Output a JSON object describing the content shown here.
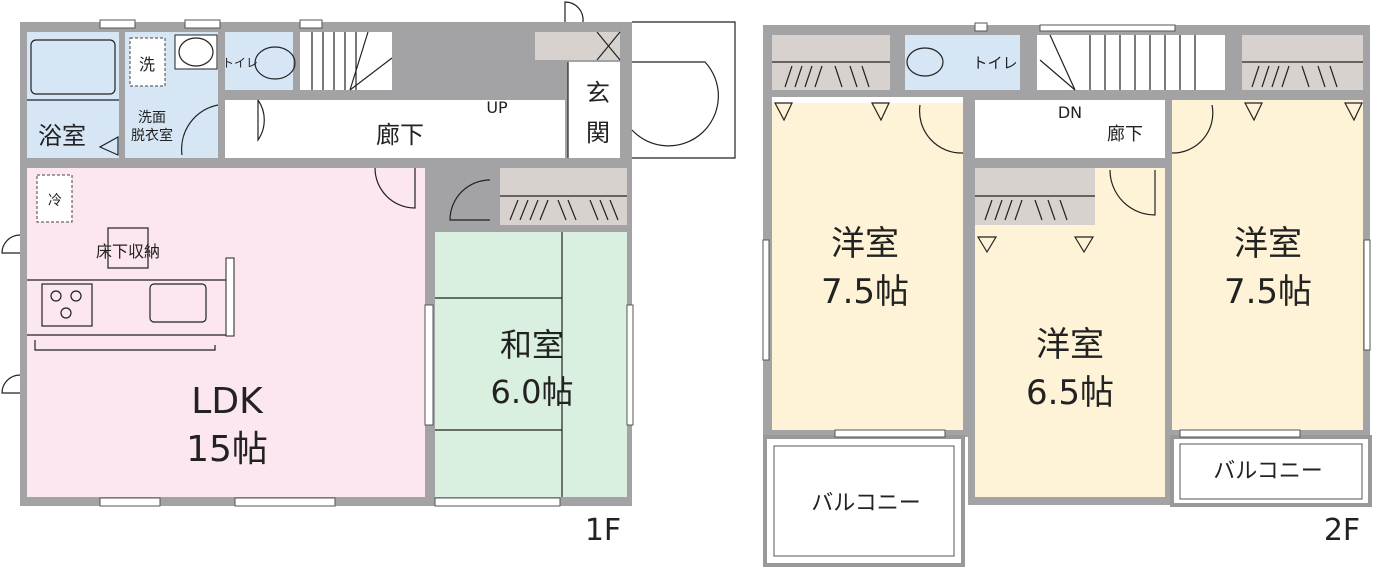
{
  "colors": {
    "wall": "#a3a3a5",
    "wet_area": "#d6e6f5",
    "ldk": "#fce6ef",
    "washitsu": "#d9efdf",
    "western_room": "#fef3d6",
    "closet": "#d8d2cf"
  },
  "floor1": {
    "label": "1F",
    "rooms": {
      "bath": "浴室",
      "washer": "洗",
      "washroom_line1": "洗面",
      "washroom_line2": "脱衣室",
      "toilet": "トイレ",
      "stairs": "UP",
      "hallway": "廊下",
      "entrance_line1": "玄",
      "entrance_line2": "関",
      "fridge": "冷",
      "underfloor": "床下収納",
      "ldk_line1": "LDK",
      "ldk_line2": "15帖",
      "washitsu_line1": "和室",
      "washitsu_line2": "6.0帖"
    }
  },
  "floor2": {
    "label": "2F",
    "rooms": {
      "toilet": "トイレ",
      "stairs": "DN",
      "hallway": "廊下",
      "room_left_line1": "洋室",
      "room_left_line2": "7.5帖",
      "room_mid_line1": "洋室",
      "room_mid_line2": "6.5帖",
      "room_right_line1": "洋室",
      "room_right_line2": "7.5帖",
      "balcony_left": "バルコニー",
      "balcony_right": "バルコニー"
    }
  }
}
